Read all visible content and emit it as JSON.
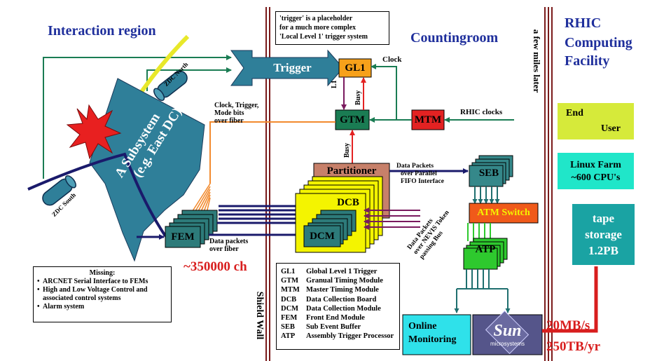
{
  "regions": {
    "interaction": "Interaction region",
    "countingroom": "Countingroom",
    "rhic_line1": "RHIC",
    "rhic_line2": "Computing",
    "rhic_line3": "Facility"
  },
  "walls": {
    "shield_wall": "Shield Wall",
    "few_miles": "a few miles later"
  },
  "detector": {
    "zdc_north": "ZDC North",
    "zdc_south": "ZDC South",
    "subsystem_line1": "A Subsystem",
    "subsystem_line2": "(e.g. East DC)"
  },
  "trigger_note": {
    "line1": "'trigger' is a placeholder",
    "line2": "for a much more complex",
    "line3": "'Local Level 1' trigger system"
  },
  "boxes": {
    "trigger": "Trigger",
    "gl1": "GL1",
    "gtm": "GTM",
    "mtm": "MTM",
    "partitioner": "Partitioner",
    "dcb": "DCB",
    "dcm": "DCM",
    "fem": "FEM",
    "seb": "SEB",
    "atm_switch": "ATM Switch",
    "atp": "ATP",
    "online_line1": "Online",
    "online_line2": "Monitoring",
    "sun_logo": "Sun",
    "sun_sub": "microsystems",
    "enduser_line1": "End",
    "enduser_line2": "User",
    "linux_line1": "Linux Farm",
    "linux_line2": "~600 CPU's",
    "tape_line1": "tape",
    "tape_line2": "storage",
    "tape_line3": "1.2PB"
  },
  "labels": {
    "clock": "Clock",
    "l1": "L1",
    "busy_gl1": "Busy",
    "busy_gtm": "Busy",
    "rhic_clocks": "RHIC clocks",
    "clock_trigger_line1": "Clock, Trigger,",
    "clock_trigger_line2": "Mode bits",
    "clock_trigger_line3": "over fiber",
    "data_packets_fiber_line1": "Data packets",
    "data_packets_fiber_line2": "over fiber",
    "channels": "~350000 ch",
    "data_packets_parallel_line1": "Data Packets",
    "data_packets_parallel_line2": "over Parallel",
    "data_packets_parallel_line3": "FIFO Interface",
    "nevis_line1": "Data Packets",
    "nevis_line2": "over NEVIS Token",
    "nevis_line3": "passing Bus",
    "rate_mb": "20MB/s",
    "rate_tb": "250TB/yr"
  },
  "missing": {
    "title": "Missing:",
    "items": [
      "ARCNET Serial Interface to FEMs",
      "High and Low Voltage Control and associated control systems",
      "Alarm system"
    ]
  },
  "glossary": [
    {
      "abbr": "GL1",
      "text": "Global Level 1 Trigger"
    },
    {
      "abbr": "GTM",
      "text": "Granual Timing Module"
    },
    {
      "abbr": "MTM",
      "text": "Master Timing Module"
    },
    {
      "abbr": "DCB",
      "text": "Data Collection Board"
    },
    {
      "abbr": "DCM",
      "text": "Data Collection Module"
    },
    {
      "abbr": "FEM",
      "text": "Front End Module"
    },
    {
      "abbr": "SEB",
      "text": "Sub Event Buffer"
    },
    {
      "abbr": "ATP",
      "text": "Assembly Trigger Processor"
    }
  ],
  "colors": {
    "title_blue": "#1f2f9c",
    "trigger_blue": "#2f7f99",
    "gl1_orange": "#f7a11a",
    "gtm_green": "#1a7c53",
    "mtm_red": "#e32222",
    "partitioner_brown": "#c7806a",
    "dcb_yellow": "#f4f400",
    "fem_teal": "#2d7b7a",
    "seb_teal": "#35888a",
    "atm_orange": "#f05a1a",
    "atp_green": "#2ec92e",
    "online_cyan": "#2fe1ea",
    "enduser_lime": "#d6ea3a",
    "linux_cyan": "#20e6c9",
    "tape_teal": "#1aa3a3",
    "red_line": "#d81e1e"
  }
}
